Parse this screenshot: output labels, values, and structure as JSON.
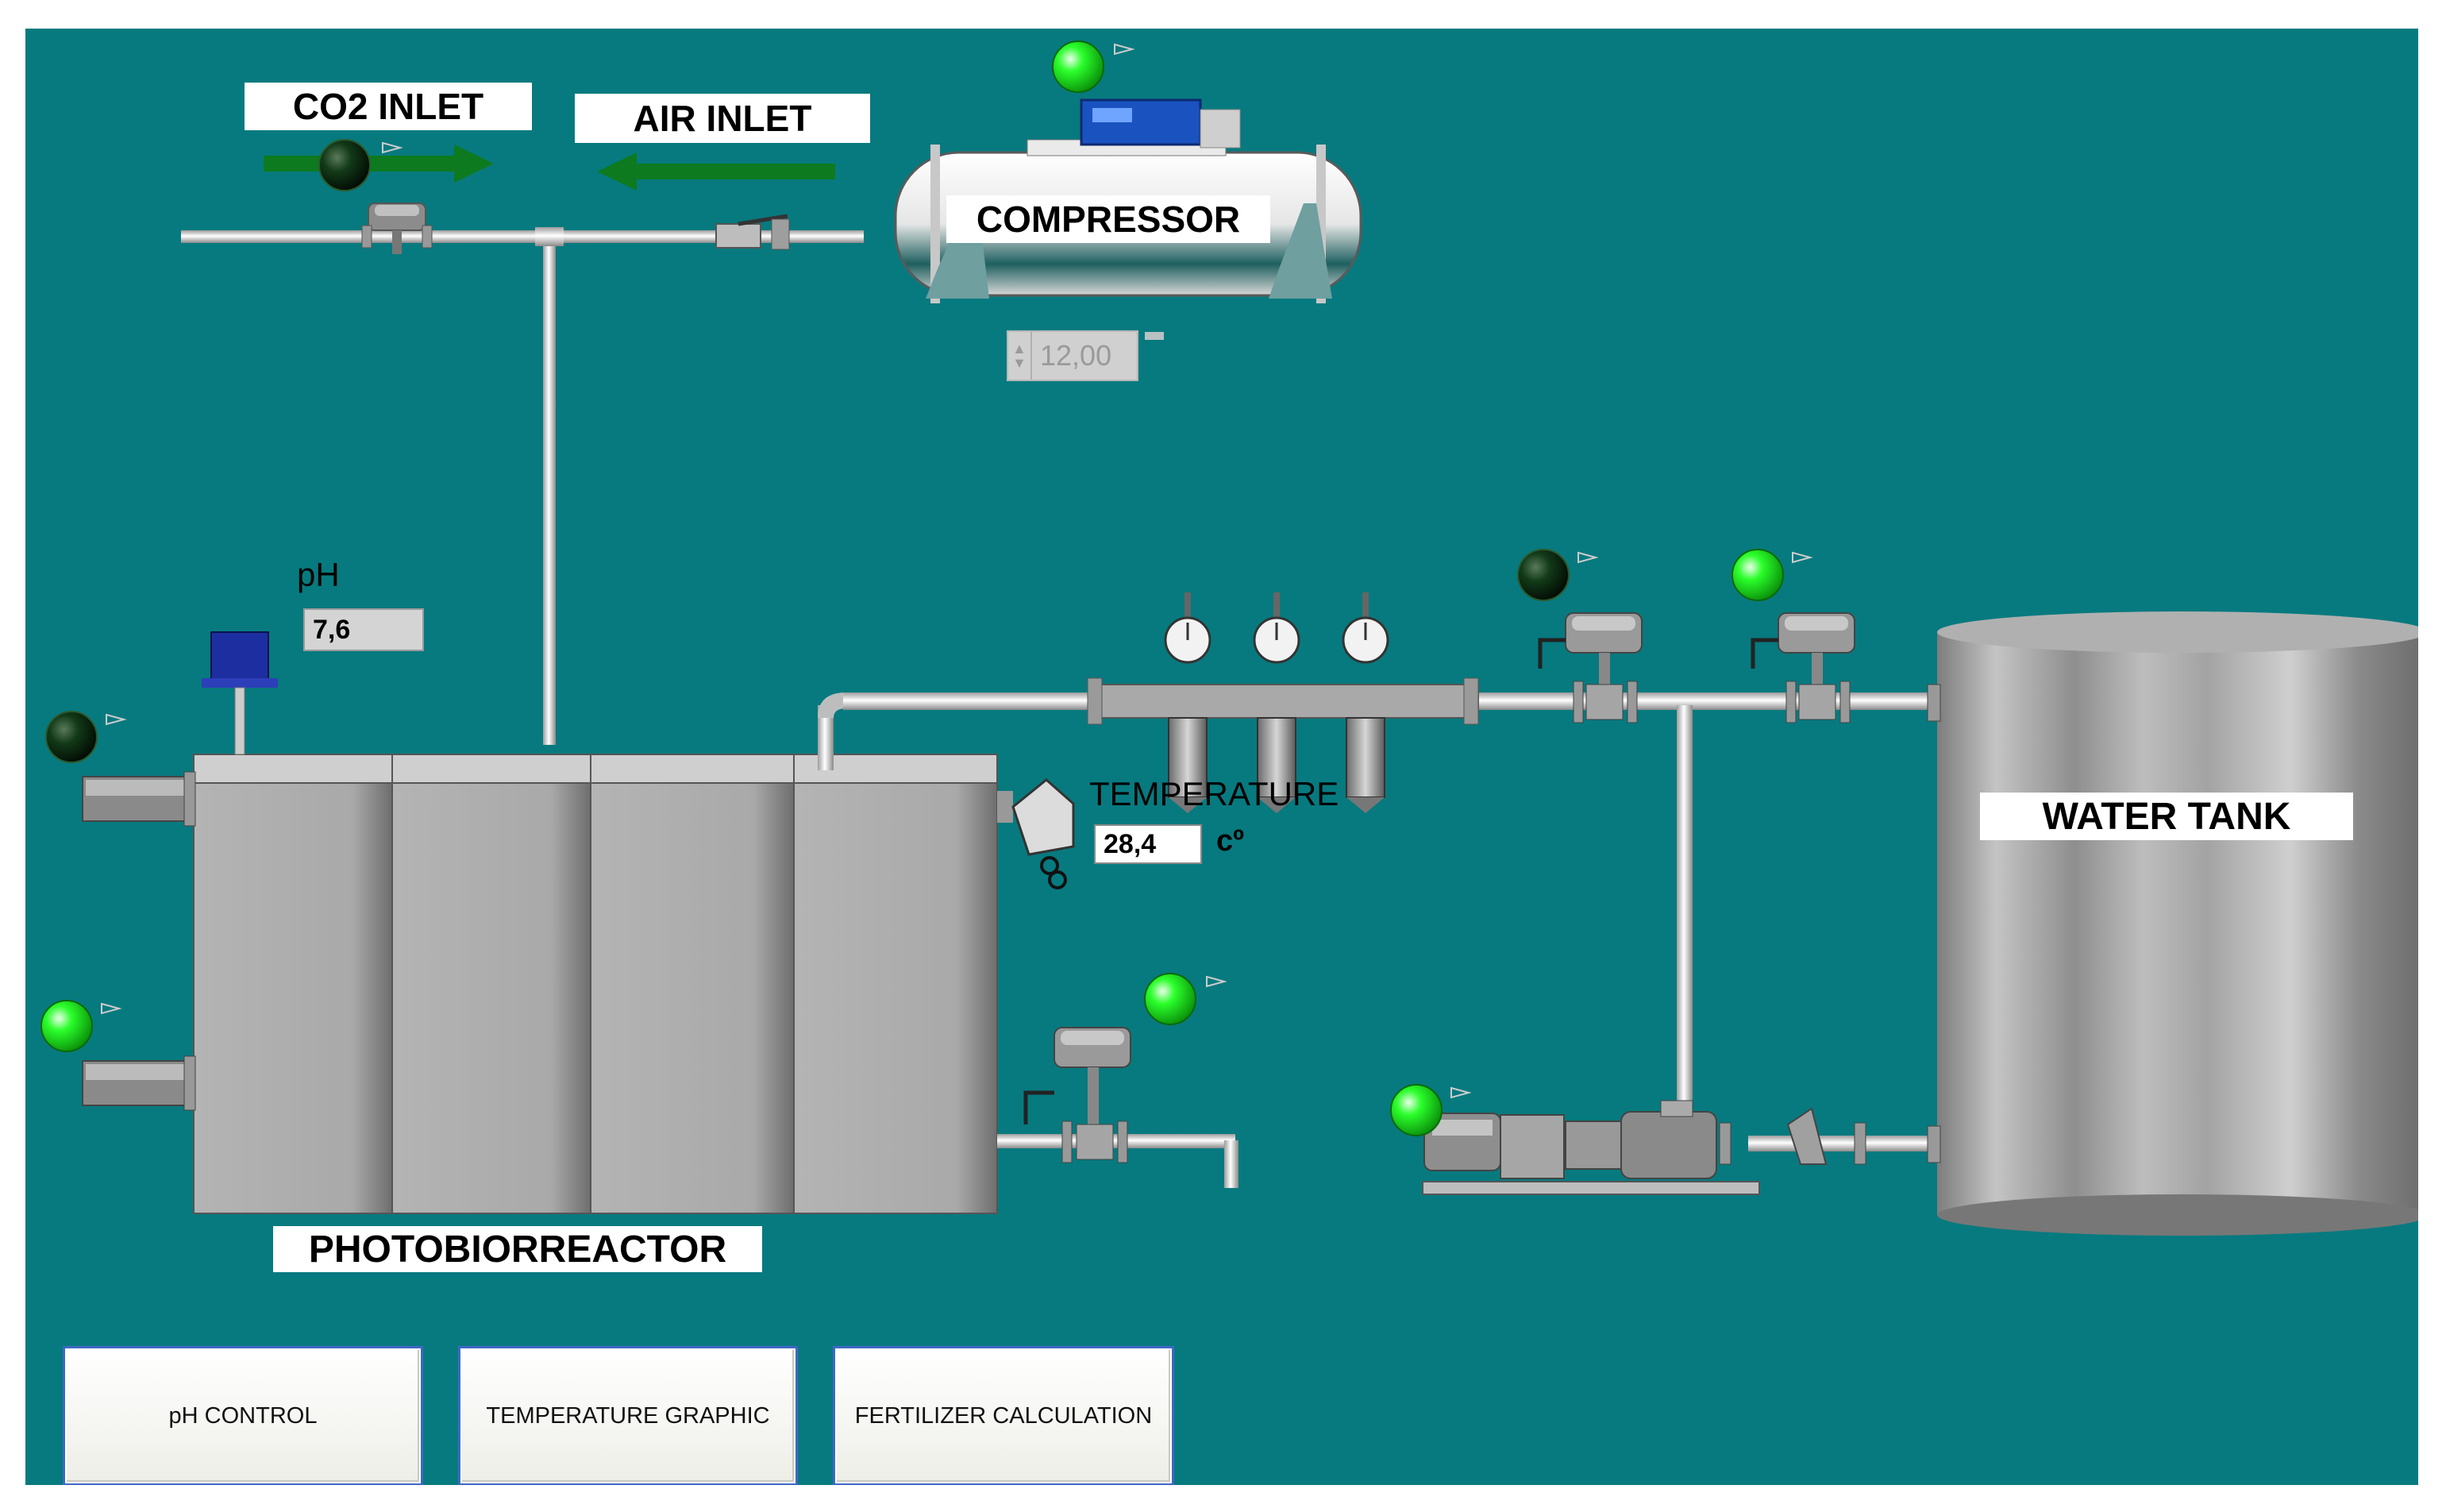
{
  "labels": {
    "co2_inlet": "CO2 INLET",
    "air_inlet": "AIR INLET",
    "compressor": "COMPRESSOR",
    "ph": "pH",
    "temperature": "TEMPERATURE",
    "temperature_unit": "cº",
    "water_tank": "WATER TANK",
    "photobioreactor": "PHOTOBIORREACTOR"
  },
  "readings": {
    "pressure": "12,00",
    "ph": "7,6",
    "temperature": "28,4"
  },
  "buttons": {
    "ph_control": "pH CONTROL",
    "temperature_graphic": "TEMPERATURE GRAPHIC",
    "fertilizer_calculation": "FERTILIZER CALCULATION"
  },
  "indicators": {
    "co2_inlet_valve": "off",
    "compressor": "on",
    "reactor_upper_outlet": "off",
    "reactor_lower_outlet": "on",
    "reactor_drain_valve": "on",
    "tank_line_valve_1": "off",
    "tank_line_valve_2": "on",
    "pump": "on"
  },
  "colors": {
    "background": "#077a7f",
    "indicator_on": "#2bff2b",
    "indicator_off": "#0a2a12",
    "arrow": "#0d7a1f",
    "button_border": "#3f68c4"
  }
}
